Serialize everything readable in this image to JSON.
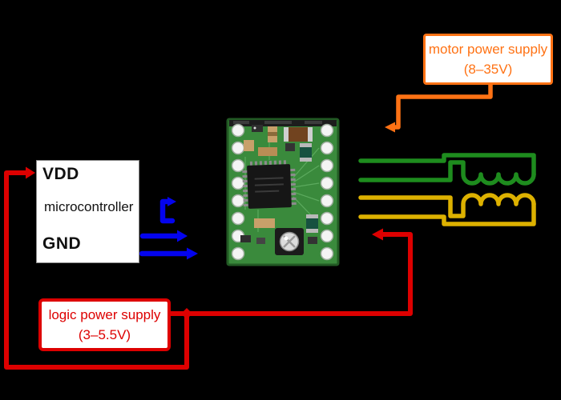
{
  "labels": {
    "microcontroller": {
      "vdd": "VDD",
      "name": "microcontroller",
      "gnd": "GND"
    },
    "motor_power_supply": {
      "line1": "motor power supply",
      "line2": "(8–35V)"
    },
    "logic_power_supply": {
      "line1": "logic power supply",
      "line2": "(3–5.5V)"
    }
  },
  "wires": [
    {
      "name": "logic-power-wire",
      "color": "#dd0000"
    },
    {
      "name": "control-signal-arrows",
      "color": "#0404ee"
    },
    {
      "name": "motor-coil-a-wire",
      "color": "#1e8c1e"
    },
    {
      "name": "motor-coil-b-wire",
      "color": "#ddb100"
    },
    {
      "name": "motor-power-wire",
      "color": "#ff7214"
    }
  ],
  "colors": {
    "wire_red": "#dd0000",
    "wire_blue": "#0404ee",
    "wire_green": "#1e8c1e",
    "wire_yellow": "#ddb100",
    "wire_orange": "#ff7214",
    "pcb_green": "#3a8a3c",
    "background": "#000000"
  }
}
